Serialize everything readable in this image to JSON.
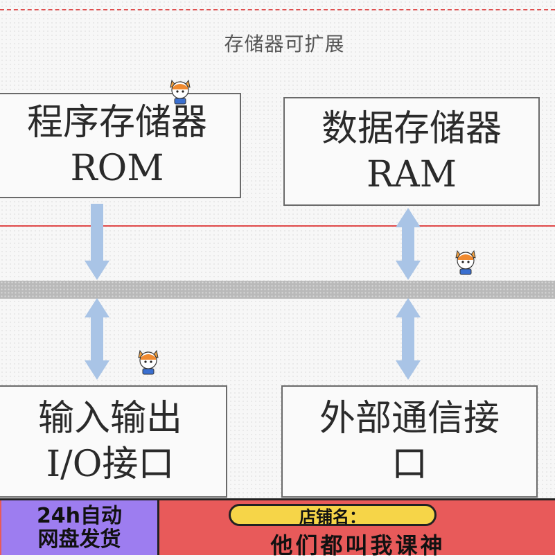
{
  "caption": "存储器可扩展",
  "blocks": {
    "rom": {
      "line1": "程序存储器",
      "line2": "ROM"
    },
    "ram": {
      "line1": "数据存储器",
      "line2": "RAM"
    },
    "io": {
      "line1": "输入输出",
      "line2": "I/O接口"
    },
    "comm": {
      "line1": "外部通信接",
      "line2": "口"
    }
  },
  "banner": {
    "left_line1": "24h自动",
    "left_line2": "网盘发货",
    "shop_label": "店铺名：",
    "shop_name": "他们都叫我课神"
  },
  "colors": {
    "arrow": "#a9c4e6",
    "bus": "#b9b9b9",
    "red_line": "#e04848",
    "banner_red": "#e85a5a",
    "banner_purple": "#9d7df0",
    "banner_yellow": "#f6d548"
  }
}
